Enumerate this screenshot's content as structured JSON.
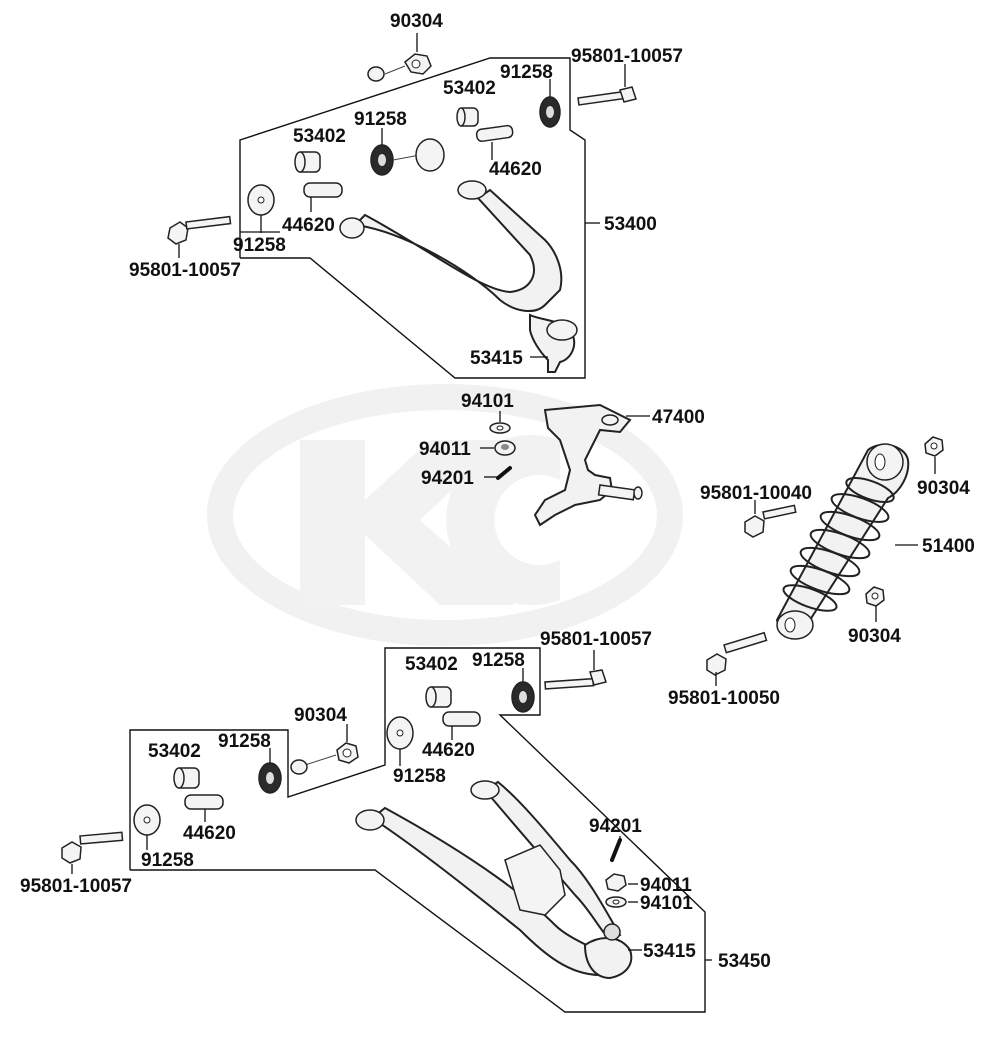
{
  "logo": {
    "name": "KYMCO K watermark",
    "color": "#ececec"
  },
  "colors": {
    "line": "#111111",
    "part_fill": "#f4f4f4",
    "dark": "#2a2a2a"
  },
  "labels": {
    "nut_90304_top": "90304",
    "bolt_95801_10057_top_right": "95801-10057",
    "collar_91258_top_right": "91258",
    "bushing_53402_top_right": "53402",
    "collar_91258_top_mid": "91258",
    "bushing_53402_top_left": "53402",
    "sleeve_44620_top_right": "44620",
    "sleeve_44620_top_left": "44620",
    "arm_53400": "53400",
    "collar_91258_top_left": "91258",
    "bolt_95801_10057_top_left": "95801-10057",
    "balljoint_53415_top": "53415",
    "washer_94101_mid": "94101",
    "nut_94011_mid": "94011",
    "pin_94201_mid": "94201",
    "knuckle_47400": "47400",
    "bolt_95801_10040": "95801-10040",
    "nut_90304_shock_top": "90304",
    "shock_51400": "51400",
    "nut_90304_shock_bottom": "90304",
    "bolt_95801_10050": "95801-10050",
    "bolt_95801_10057_lower_right": "95801-10057",
    "bushing_53402_lower_right": "53402",
    "collar_91258_lower_right": "91258",
    "nut_90304_lower": "90304",
    "sleeve_44620_lower_right": "44620",
    "collar_91258_lower_mid": "91258",
    "bushing_53402_lower_left": "53402",
    "collar_91258_lower_inner": "91258",
    "sleeve_44620_lower_left": "44620",
    "collar_91258_lower_left": "91258",
    "bolt_95801_10057_lower_left": "95801-10057",
    "pin_94201_lower": "94201",
    "nut_94011_lower": "94011",
    "washer_94101_lower": "94101",
    "balljoint_53415_lower": "53415",
    "arm_53450": "53450"
  }
}
